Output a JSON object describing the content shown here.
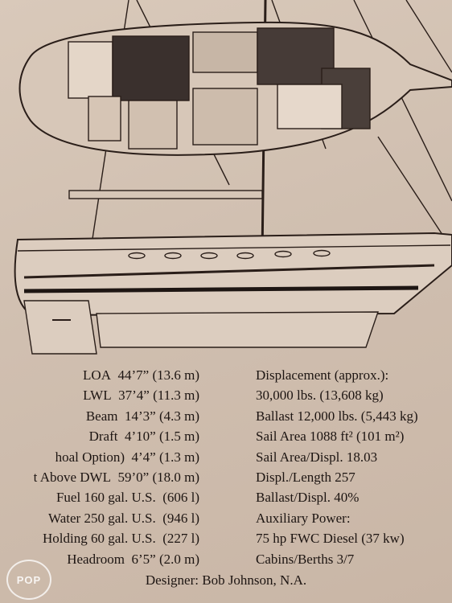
{
  "specs_left": [
    {
      "label": "LOA",
      "value": "44’7” (13.6 m)"
    },
    {
      "label": "LWL",
      "value": "37’4” (11.3 m)"
    },
    {
      "label": "Beam",
      "value": "14’3” (4.3 m)"
    },
    {
      "label": "Draft",
      "value": "4’10” (1.5 m)"
    },
    {
      "label": "hoal Option)",
      "value": "4’4” (1.3 m)"
    },
    {
      "label": "t Above DWL",
      "value": "59’0” (18.0 m)"
    },
    {
      "label": "Fuel 160 gal. U.S.",
      "value": "(606 l)"
    },
    {
      "label": "Water 250 gal. U.S.",
      "value": "(946 l)"
    },
    {
      "label": "Holding 60 gal. U.S.",
      "value": "(227 l)"
    },
    {
      "label": "Headroom",
      "value": "6’5” (2.0 m)"
    }
  ],
  "specs_right": [
    "Displacement (approx.):",
    "30,000 lbs. (13,608 kg)",
    "Ballast 12,000 lbs. (5,443 kg)",
    "Sail Area 1088 ft² (101 m²)",
    "Sail Area/Displ. 18.03",
    "Displ./Length 257",
    "Ballast/Displ. 40%",
    "Auxiliary Power:",
    "75 hp FWC Diesel (37 kw)",
    "Cabins/Berths 3/7"
  ],
  "designer": "Designer:  Bob Johnson, N.A.",
  "watermark": "POP",
  "colors": {
    "paper": "#d2c1b2",
    "ink": "#1d1512"
  }
}
